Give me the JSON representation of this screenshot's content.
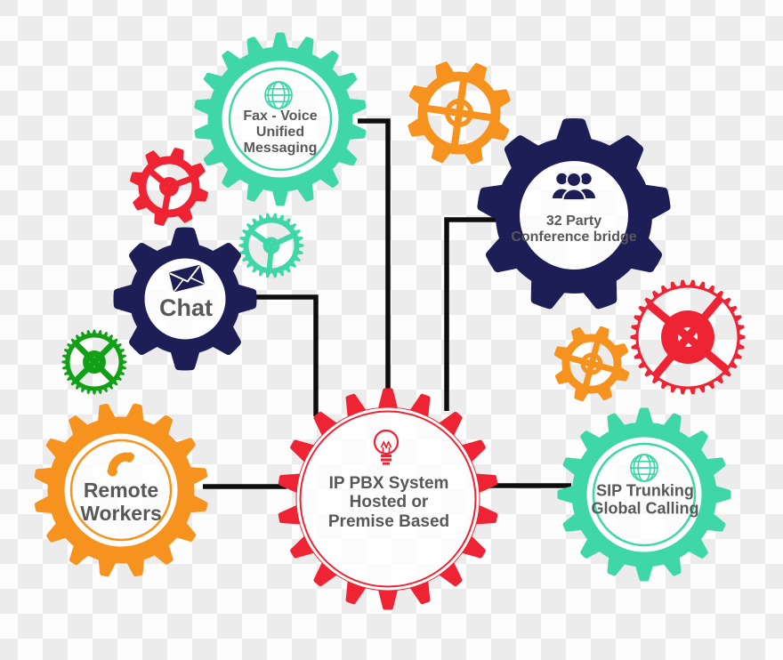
{
  "title": "IP PBX System connected gears diagram",
  "colors": {
    "teal": "#3fd6a8",
    "navy": "#1d1e55",
    "red": "#ee2434",
    "orange": "#f6921e",
    "green": "#12a016",
    "text": "#58585a",
    "line": "#0e0e0e",
    "checker_gray": "#ececec",
    "checker_white": "#fdfdfd"
  },
  "diagram": {
    "gears": {
      "fax": {
        "label_lines": [
          "Fax - Voice",
          "Unified",
          "Messaging"
        ],
        "icon": "globe-icon",
        "color": "teal"
      },
      "chat": {
        "label_lines": [
          "Chat"
        ],
        "icon": "envelope-icon",
        "color": "navy"
      },
      "conference": {
        "label_lines": [
          "32 Party",
          "Conference bridge"
        ],
        "icon": "people-group-icon",
        "color": "navy"
      },
      "remote": {
        "label_lines": [
          "Remote",
          "Workers"
        ],
        "icon": "phone-handset-icon",
        "color": "orange"
      },
      "pbx": {
        "label_lines": [
          "IP PBX System",
          "Hosted or",
          "Premise Based"
        ],
        "icon": "lightbulb-icon",
        "color": "red"
      },
      "sip": {
        "label_lines": [
          "SIP Trunking",
          "Global Calling"
        ],
        "icon": "globe-icon",
        "color": "teal"
      }
    },
    "decorative_gears": [
      {
        "name": "small-red-gear",
        "color": "red"
      },
      {
        "name": "small-teal-gear",
        "color": "teal"
      },
      {
        "name": "top-orange-gear",
        "color": "orange"
      },
      {
        "name": "small-green-gear",
        "color": "green"
      },
      {
        "name": "right-orange-gear",
        "color": "orange"
      },
      {
        "name": "right-red-gear",
        "color": "red"
      }
    ]
  }
}
